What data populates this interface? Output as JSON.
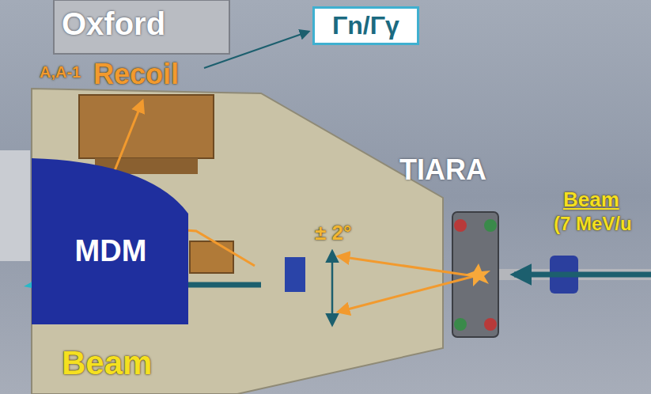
{
  "diagram": {
    "nodes": [
      {
        "text": [
          "Γn/Γγ"
        ]
      },
      {
        "text": [
          "MDM"
        ]
      }
    ],
    "labels": [
      "Oxford",
      "A,A-1",
      "Recoil",
      "TIARA",
      "Beam",
      "(7 MeV/u",
      "± 2°",
      "Beam"
    ]
  }
}
